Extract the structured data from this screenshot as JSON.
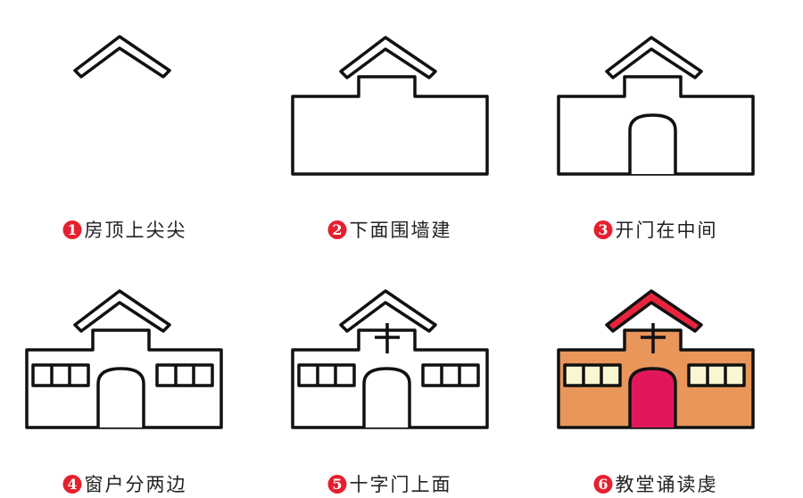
{
  "steps": [
    {
      "number": "1",
      "caption": "房顶上尖尖"
    },
    {
      "number": "2",
      "caption": "下面围墙建"
    },
    {
      "number": "3",
      "caption": "开门在中间"
    },
    {
      "number": "4",
      "caption": "窗户分两边"
    },
    {
      "number": "5",
      "caption": "十字门上面"
    },
    {
      "number": "6",
      "caption": "教堂诵读虔"
    }
  ],
  "colors": {
    "outline": "#111111",
    "badge": "#e5202e",
    "wall_fill": "#e8965a",
    "roof_fill": "#e8243c",
    "door_fill": "#e0185a",
    "window_fill": "#fbf6d2"
  }
}
